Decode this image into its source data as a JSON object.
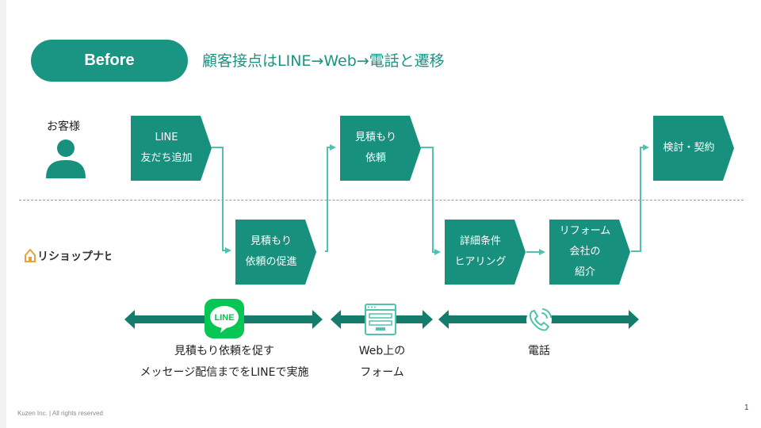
{
  "header": {
    "pill_label": "Before",
    "title": "顧客接点はLINE→Web→電話と遷移"
  },
  "lanes": {
    "customer_label": "お客様",
    "company_logo_text": "リショップナビ"
  },
  "steps": {
    "line_add": [
      "LINE",
      "友だち追加"
    ],
    "estimate_request": [
      "見積もり",
      "依頼"
    ],
    "contract": [
      "検討・契約"
    ],
    "estimate_promote": [
      "見積もり",
      "依頼の促進"
    ],
    "hearing": [
      "詳細条件",
      "ヒアリング"
    ],
    "reform_intro": [
      "リフォーム",
      "会社の",
      "紹介"
    ]
  },
  "channels": {
    "line": {
      "icon_text": "LINE",
      "caption": [
        "見積もり依頼を促す",
        "メッセージ配信までをLINEで実施"
      ]
    },
    "web": {
      "caption": [
        "Web上の",
        "フォーム"
      ]
    },
    "phone": {
      "caption": [
        "電話"
      ]
    }
  },
  "colors": {
    "accent": "#1b9583",
    "step_fill": "#18907e",
    "connector": "#52c2b0",
    "line_green": "#06c755",
    "arrow_fill": "#137c6c"
  },
  "footer": {
    "copyright": "Kuzen Inc. | All rights reserved",
    "page_number": "1"
  }
}
